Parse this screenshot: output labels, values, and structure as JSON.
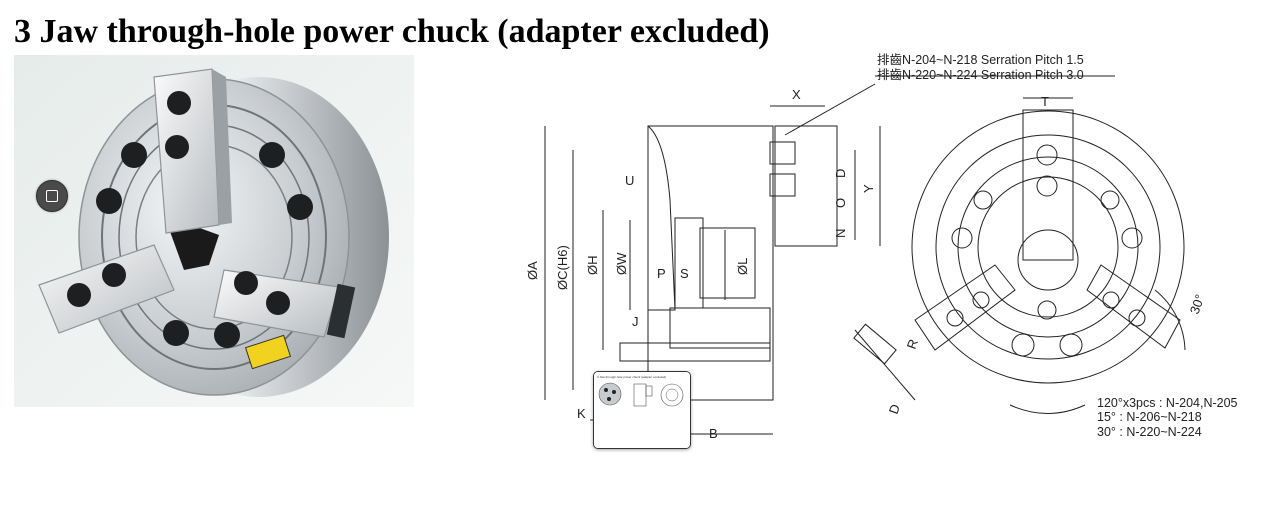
{
  "page": {
    "title": "3 Jaw through-hole power chuck (adapter excluded)"
  },
  "drawing": {
    "serration_notes": [
      "排齒N-204~N-218 Serration Pitch 1.5",
      "排齒N-220~N-224 Serration Pitch 3.0"
    ],
    "dimension_labels": {
      "x": "X",
      "t": "T",
      "y": "Y",
      "o": "O",
      "d": "D",
      "n": "N",
      "u": "U",
      "a": "ØA",
      "c": "ØC(H6)",
      "h": "ØH",
      "w": "ØW",
      "p": "P",
      "s": "S",
      "l": "ØL",
      "j": "J",
      "k": "K",
      "b": "B",
      "r": "R",
      "d2": "D",
      "angle": "30°"
    },
    "angle_notes": [
      "120°x3pcs : N-204,N-205",
      "15° : N-206~N-218",
      "30° : N-220~N-224"
    ]
  },
  "thumbnail": {
    "caption": "3 Jaw through-hole power chuck (adapter excluded)"
  },
  "icons": {
    "float_button": "square-icon"
  }
}
